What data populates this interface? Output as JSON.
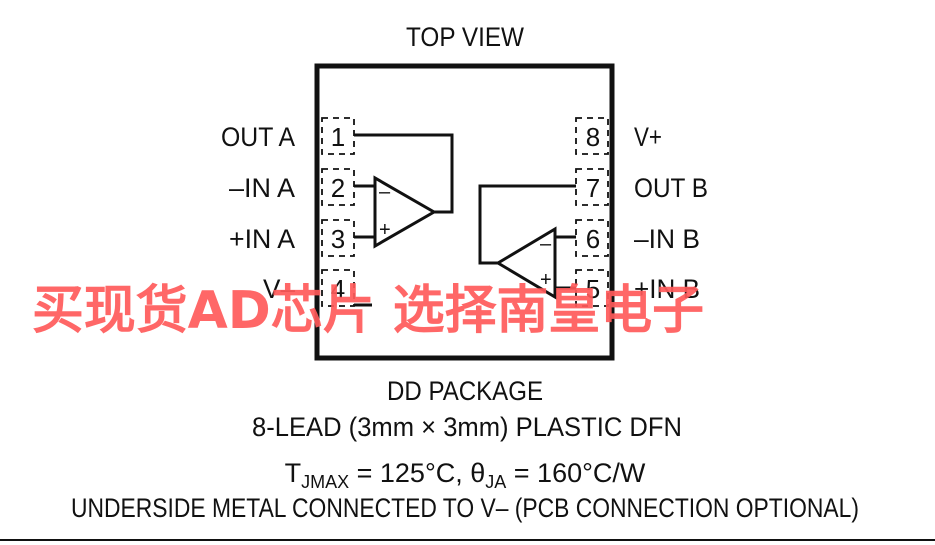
{
  "title": "TOP VIEW",
  "left_pins": [
    {
      "number": "1",
      "label": "OUT A"
    },
    {
      "number": "2",
      "label": "–IN A"
    },
    {
      "number": "3",
      "label": "+IN A"
    },
    {
      "number": "4",
      "label": "V–"
    }
  ],
  "right_pins": [
    {
      "number": "8",
      "label": "V+"
    },
    {
      "number": "7",
      "label": "OUT B"
    },
    {
      "number": "6",
      "label": "–IN B"
    },
    {
      "number": "5",
      "label": "+IN B"
    }
  ],
  "amp_a": {
    "minus": "–",
    "plus": "+"
  },
  "amp_b": {
    "minus": "–",
    "plus": "+"
  },
  "package": {
    "name": "DD PACKAGE",
    "description": "8-LEAD (3mm × 3mm) PLASTIC DFN",
    "thermal": "T_JMAX = 125°C, θ_JA = 160°C/W",
    "note": "UNDERSIDE METAL CONNECTED TO V– (PCB CONNECTION OPTIONAL)"
  },
  "watermark": "买现货AD芯片 选择南皇电子",
  "colors": {
    "line": "#111111",
    "watermark": "#ff5a5a",
    "background": "#ffffff"
  }
}
